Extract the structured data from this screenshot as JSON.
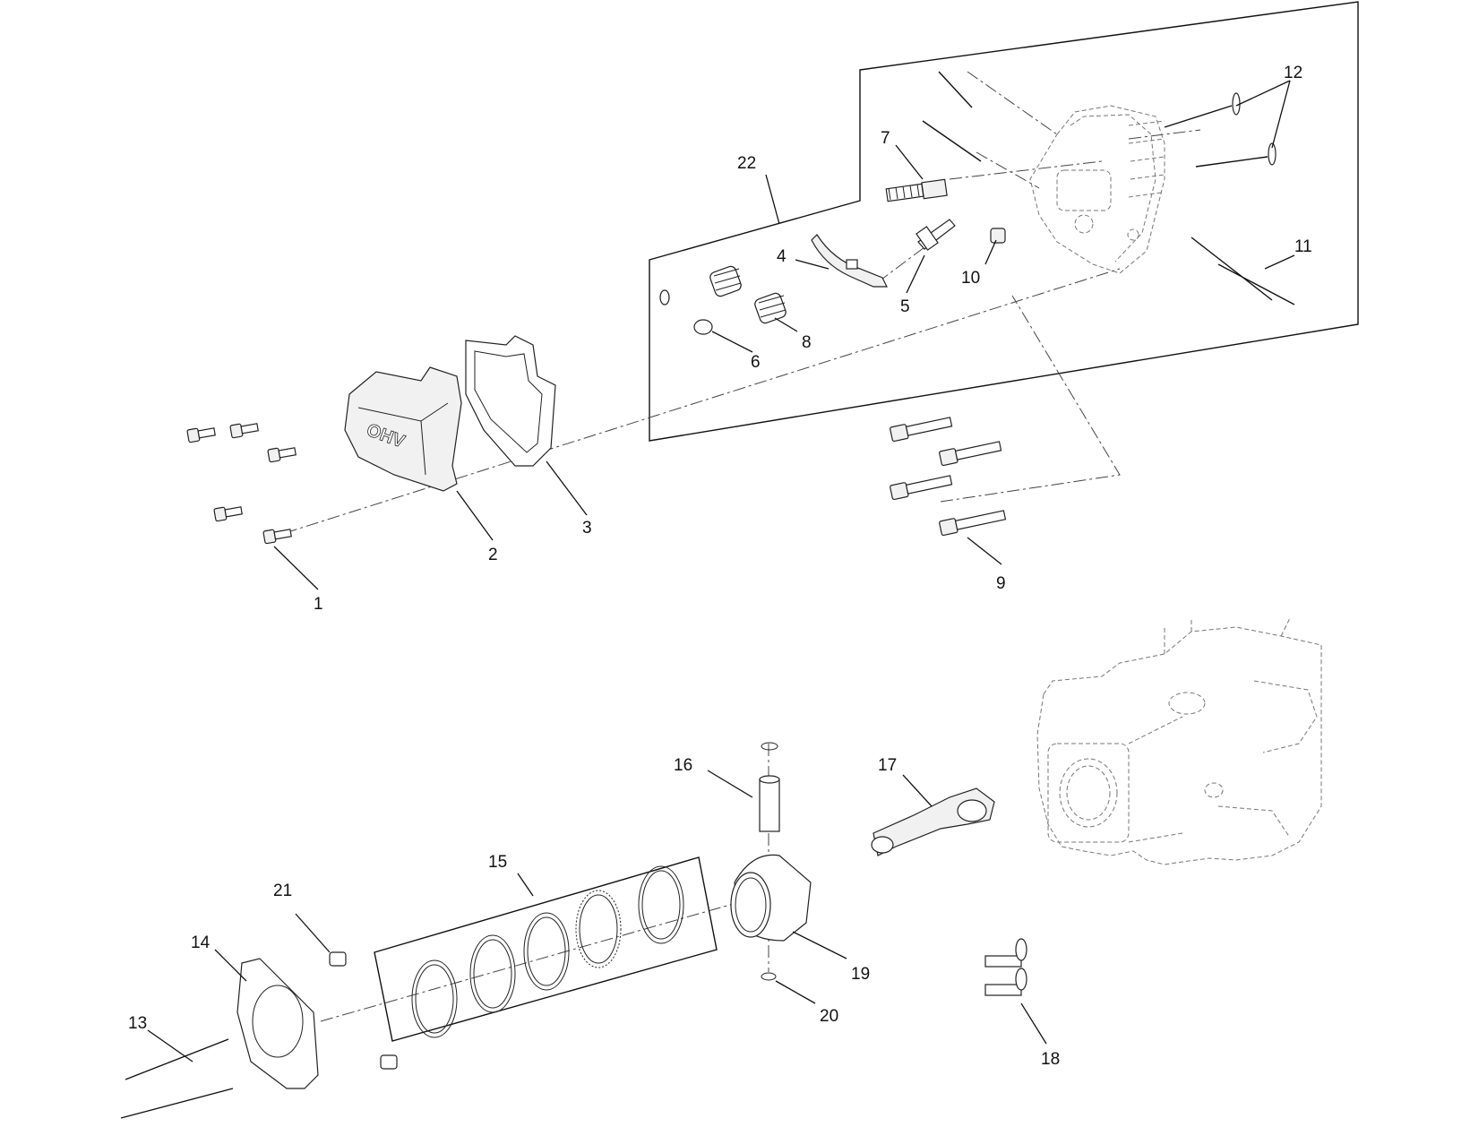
{
  "callouts": [
    {
      "id": "c1",
      "label": "1"
    },
    {
      "id": "c2",
      "label": "2"
    },
    {
      "id": "c3",
      "label": "3"
    },
    {
      "id": "c4",
      "label": "4"
    },
    {
      "id": "c5",
      "label": "5"
    },
    {
      "id": "c6",
      "label": "6"
    },
    {
      "id": "c7",
      "label": "7"
    },
    {
      "id": "c8",
      "label": "8"
    },
    {
      "id": "c9",
      "label": "9"
    },
    {
      "id": "c10",
      "label": "10"
    },
    {
      "id": "c11",
      "label": "11"
    },
    {
      "id": "c12",
      "label": "12"
    },
    {
      "id": "c13",
      "label": "13"
    },
    {
      "id": "c14",
      "label": "14"
    },
    {
      "id": "c15",
      "label": "15"
    },
    {
      "id": "c16",
      "label": "16"
    },
    {
      "id": "c17",
      "label": "17"
    },
    {
      "id": "c18",
      "label": "18"
    },
    {
      "id": "c19",
      "label": "19"
    },
    {
      "id": "c20",
      "label": "20"
    },
    {
      "id": "c21",
      "label": "21"
    },
    {
      "id": "c22",
      "label": "22"
    }
  ],
  "valve_cover_lettering": "OHV"
}
